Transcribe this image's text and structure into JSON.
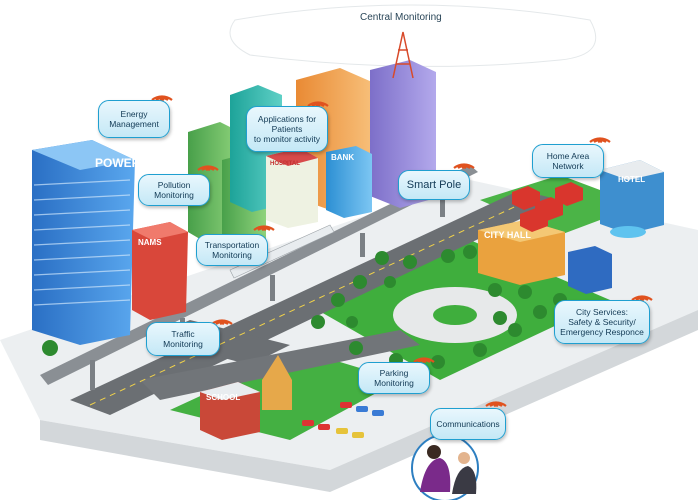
{
  "central_monitoring": "Central Monitoring",
  "callouts": {
    "energy": "Energy\nManagement",
    "patients": "Applications for\nPatients\nto monitor activity",
    "pollution": "Pollution\nMonitoring",
    "smart_pole": "Smart Pole",
    "home_area": "Home Area\nNetwork",
    "transport": "Transportation\nMonitoring",
    "city_services": "City Services:\nSafety & Security/\nEmergency Responce",
    "traffic": "Traffic\nMonitoring",
    "parking": "Parking\nMonitoring",
    "communications": "Communications"
  },
  "building_signs": {
    "power": "POWER",
    "bank": "BANK",
    "hospital": "HOSPITAL",
    "nams": "NAMS",
    "city_hall": "CITY HALL",
    "hotel": "HOTEL",
    "school": "SCHOOL"
  },
  "colors": {
    "wifi": "#e0521f",
    "callout_border": "#1f9fd0",
    "grass": "#3fae3d",
    "road": "#6b6f73"
  }
}
